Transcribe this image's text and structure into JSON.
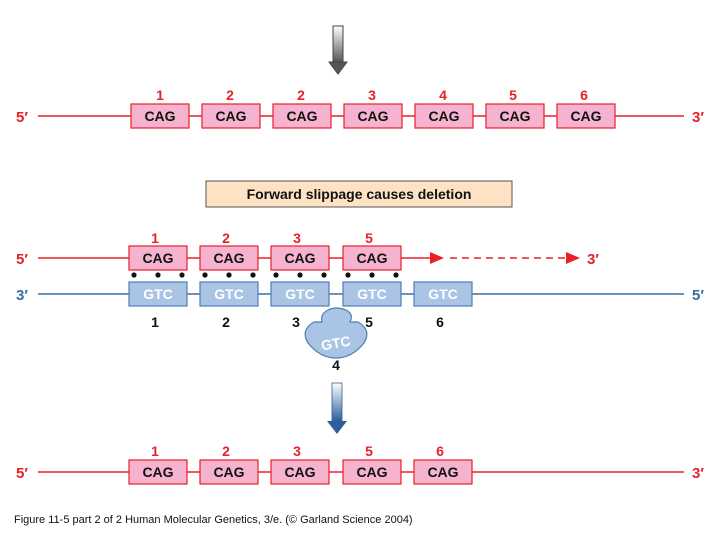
{
  "colors": {
    "red_strand": "#e8202a",
    "blue_strand": "#3a6ea0",
    "cag_fill": "#f6b3cf",
    "cag_stroke": "#e8202a",
    "gtc_fill": "#a9c4e4",
    "gtc_stroke": "#4f7fb3",
    "caption_fill": "#fde3c4"
  },
  "top_strand": {
    "left_end": "5′",
    "right_end": "3′",
    "numbers": [
      "1",
      "2",
      "2",
      "3",
      "4",
      "5",
      "6"
    ],
    "codons": [
      "CAG",
      "CAG",
      "CAG",
      "CAG",
      "CAG",
      "CAG",
      "CAG"
    ]
  },
  "caption": "Forward slippage causes deletion",
  "middle": {
    "top_left_end": "5′",
    "top_right_end": "3′",
    "top_numbers": [
      "1",
      "2",
      "3",
      "5"
    ],
    "top_codons": [
      "CAG",
      "CAG",
      "CAG",
      "CAG"
    ],
    "bottom_left_end": "3′",
    "bottom_right_end": "5′",
    "bottom_codons": [
      "GTC",
      "GTC",
      "GTC",
      "GTC",
      "GTC"
    ],
    "bottom_numbers": [
      "1",
      "2",
      "3",
      "5",
      "6"
    ],
    "loop_codon": "GTC",
    "loop_number": "4"
  },
  "bottom_strand": {
    "left_end": "5′",
    "right_end": "3′",
    "numbers": [
      "1",
      "2",
      "3",
      "5",
      "6"
    ],
    "codons": [
      "CAG",
      "CAG",
      "CAG",
      "CAG",
      "CAG"
    ]
  },
  "footer": "Figure 11-5 part 2 of 2  Human Molecular Genetics, 3/e.  (© Garland Science 2004)",
  "icons": {
    "top_arrow": "down-arrow-gray-icon",
    "middle_arrow": "down-arrow-blue-icon"
  }
}
